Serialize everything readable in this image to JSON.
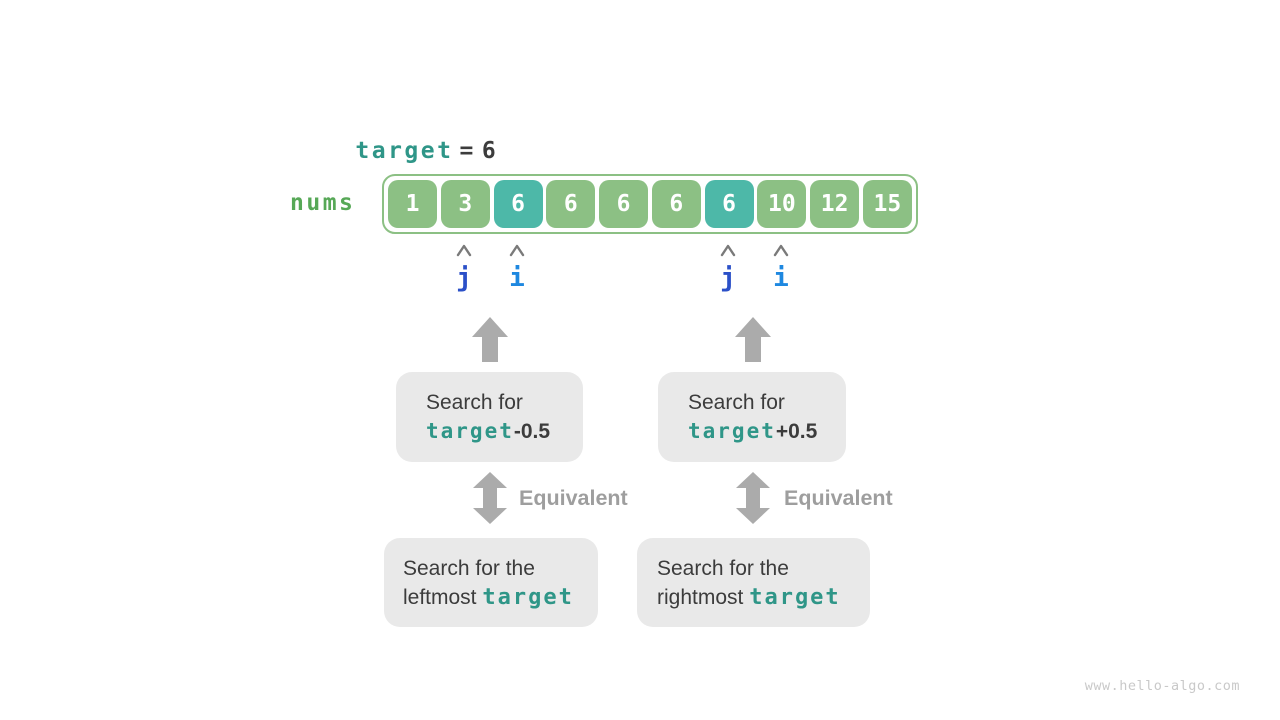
{
  "colors": {
    "cell_green": "#8CC084",
    "cell_teal": "#4DB8A8",
    "nums_green": "#57A857",
    "code_teal": "#2F9688",
    "text_dark": "#3C3C3C",
    "pointer_j_blue": "#2B50C8",
    "pointer_i_blue": "#1E88E0",
    "caret_gray": "#7A7A7A",
    "arrow_gray": "#ABABAB",
    "equivalent_gray": "#9E9E9E",
    "box_gray": "#E9E9E9",
    "watermark_gray": "#C9C9C9"
  },
  "assignment": {
    "keyword": "target",
    "operator": "=",
    "value": "6"
  },
  "array": {
    "label": "nums",
    "cells": [
      {
        "value": "1",
        "highlight": false
      },
      {
        "value": "3",
        "highlight": false
      },
      {
        "value": "6",
        "highlight": true
      },
      {
        "value": "6",
        "highlight": false
      },
      {
        "value": "6",
        "highlight": false
      },
      {
        "value": "6",
        "highlight": false
      },
      {
        "value": "6",
        "highlight": true
      },
      {
        "value": "10",
        "highlight": false
      },
      {
        "value": "12",
        "highlight": false
      },
      {
        "value": "15",
        "highlight": false
      }
    ]
  },
  "pointers": [
    {
      "label": "j"
    },
    {
      "label": "i"
    },
    {
      "label": "j"
    },
    {
      "label": "i"
    }
  ],
  "boxes": {
    "top_left": {
      "line1": "Search for",
      "code": "target",
      "suffix": "-0.5"
    },
    "top_right": {
      "line1": "Search for",
      "code": "target",
      "suffix": "+0.5"
    },
    "bottom_left": {
      "line1": "Search for the",
      "prefix": "leftmost ",
      "code": "target"
    },
    "bottom_right": {
      "line1": "Search for the",
      "prefix": "rightmost ",
      "code": "target"
    }
  },
  "equivalent": {
    "left": "Equivalent",
    "right": "Equivalent"
  },
  "watermark": "www.hello-algo.com"
}
